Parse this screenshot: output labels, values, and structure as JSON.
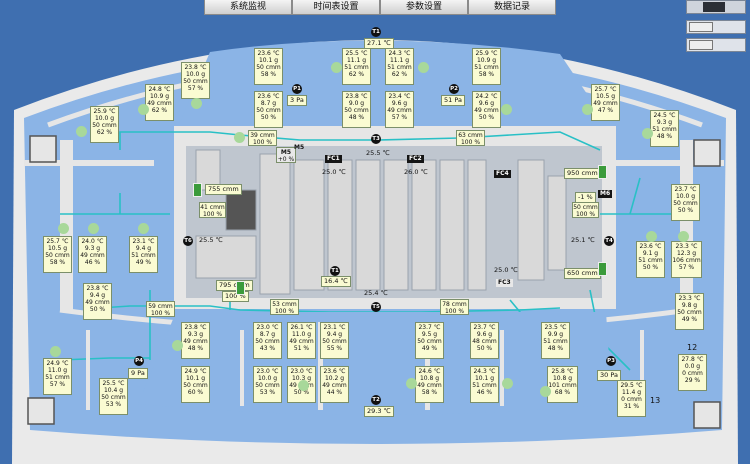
{
  "tabs": [
    {
      "label": "系统监视"
    },
    {
      "label": "时间表设置"
    },
    {
      "label": "参数设置"
    },
    {
      "label": "数据记录"
    }
  ],
  "zones": [
    {
      "id": "z01",
      "lines": [
        "25.9 ℃",
        "10.0 g",
        "50 cmm",
        "62 %"
      ]
    },
    {
      "id": "z02",
      "lines": [
        "24.8 ℃",
        "10.9 g",
        "49 cmm",
        "62 %"
      ]
    },
    {
      "id": "z03",
      "lines": [
        "23.8 ℃",
        "10.0 g",
        "50 cmm",
        "57 %"
      ]
    },
    {
      "id": "z04",
      "lines": [
        "23.6 ℃",
        "10.1 g",
        "50 cmm",
        "58 %"
      ]
    },
    {
      "id": "z05",
      "lines": [
        "23.6 ℃",
        "8.7 g",
        "50 cmm",
        "50 %"
      ]
    },
    {
      "id": "z06",
      "lines": [
        "25.5 ℃",
        "11.1 g",
        "51 cmm",
        "62 %"
      ]
    },
    {
      "id": "z07",
      "lines": [
        "23.8 ℃",
        "9.0 g",
        "50 cmm",
        "48 %"
      ]
    },
    {
      "id": "z08",
      "lines": [
        "24.3 ℃",
        "11.1 g",
        "51 cmm",
        "62 %"
      ]
    },
    {
      "id": "z09",
      "lines": [
        "23.4 ℃",
        "9.6 g",
        "49 cmm",
        "57 %"
      ]
    },
    {
      "id": "z10",
      "lines": [
        "25.9 ℃",
        "10.9 g",
        "51 cmm",
        "58 %"
      ]
    },
    {
      "id": "z11",
      "lines": [
        "24.2 ℃",
        "9.6 g",
        "49 cmm",
        "50 %"
      ]
    },
    {
      "id": "z12",
      "lines": [
        "25.7 ℃",
        "10.5 g",
        "49 cmm",
        "47 %"
      ]
    },
    {
      "id": "z13",
      "lines": [
        "24.5 ℃",
        "9.3 g",
        "51 cmm",
        "48 %"
      ]
    },
    {
      "id": "z14",
      "lines": [
        "25.7 ℃",
        "10.5 g",
        "50 cmm",
        "58 %"
      ]
    },
    {
      "id": "z15",
      "lines": [
        "24.0 ℃",
        "9.3 g",
        "49 cmm",
        "46 %"
      ]
    },
    {
      "id": "z16",
      "lines": [
        "23.1 ℃",
        "9.4 g",
        "51 cmm",
        "49 %"
      ]
    },
    {
      "id": "z17",
      "lines": [
        "23.7 ℃",
        "10.0 g",
        "50 cmm",
        "50 %"
      ]
    },
    {
      "id": "z18",
      "lines": [
        "23.6 ℃",
        "9.1 g",
        "51 cmm",
        "50 %"
      ]
    },
    {
      "id": "z19",
      "lines": [
        "23.3 ℃",
        "12.3 g",
        "106 cmm",
        "57 %"
      ]
    },
    {
      "id": "z20",
      "lines": [
        "23.8 ℃",
        "9.4 g",
        "49 cmm",
        "50 %"
      ]
    },
    {
      "id": "z21",
      "lines": [
        "23.3 ℃",
        "9.8 g",
        "50 cmm",
        "49 %"
      ]
    },
    {
      "id": "z22",
      "lines": [
        "23.8 ℃",
        "9.3 g",
        "49 cmm",
        "48 %"
      ]
    },
    {
      "id": "z23",
      "lines": [
        "23.0 ℃",
        "8.7 g",
        "50 cmm",
        "43 %"
      ]
    },
    {
      "id": "z24",
      "lines": [
        "26.1 ℃",
        "11.0 g",
        "49 cmm",
        "51 %"
      ]
    },
    {
      "id": "z25",
      "lines": [
        "23.1 ℃",
        "9.4 g",
        "50 cmm",
        "55 %"
      ]
    },
    {
      "id": "z26",
      "lines": [
        "23.7 ℃",
        "9.5 g",
        "50 cmm",
        "49 %"
      ]
    },
    {
      "id": "z27",
      "lines": [
        "23.7 ℃",
        "9.6 g",
        "48 cmm",
        "50 %"
      ]
    },
    {
      "id": "z28",
      "lines": [
        "23.5 ℃",
        "9.9 g",
        "51 cmm",
        "48 %"
      ]
    },
    {
      "id": "z29",
      "lines": [
        "24.9 ℃",
        "11.0 g",
        "51 cmm",
        "57 %"
      ]
    },
    {
      "id": "z30",
      "lines": [
        "25.5 ℃",
        "10.4 g",
        "50 cmm",
        "53 %"
      ]
    },
    {
      "id": "z31",
      "lines": [
        "24.9 ℃",
        "10.1 g",
        "50 cmm",
        "60 %"
      ]
    },
    {
      "id": "z32",
      "lines": [
        "23.0 ℃",
        "10.0 g",
        "50 cmm",
        "53 %"
      ]
    },
    {
      "id": "z33",
      "lines": [
        "23.0 ℃",
        "10.3 g",
        "49 cmm",
        "50 %"
      ]
    },
    {
      "id": "z34",
      "lines": [
        "23.6 ℃",
        "10.2 g",
        "49 cmm",
        "44 %"
      ]
    },
    {
      "id": "z35",
      "lines": [
        "24.6 ℃",
        "10.8 g",
        "49 cmm",
        "58 %"
      ]
    },
    {
      "id": "z36",
      "lines": [
        "24.3 ℃",
        "10.1 g",
        "51 cmm",
        "46 %"
      ]
    },
    {
      "id": "z37",
      "lines": [
        "25.8 ℃",
        "10.8 g",
        "101 cmm",
        "68 %"
      ]
    },
    {
      "id": "z38",
      "lines": [
        "27.8 ℃",
        "0.0 g",
        "0 cmm",
        "29 %"
      ]
    },
    {
      "id": "z39",
      "lines": [
        "29.5 ℃",
        "11.4 g",
        "0 cmm",
        "31 %"
      ]
    }
  ],
  "air_handlers": [
    {
      "flow": "39 cmm",
      "pct": "100 %"
    },
    {
      "flow": "63 cmm",
      "pct": "100 %"
    },
    {
      "flow": "59 cmm",
      "pct": "100 %"
    },
    {
      "flow": "53 cmm",
      "pct": "100 %"
    },
    {
      "flow": "78 cmm",
      "pct": "100 %"
    },
    {
      "flow": "41 cmm",
      "pct": "100 %"
    },
    {
      "flow": "755 cmm"
    },
    {
      "flow": "795 cmm"
    },
    {
      "flow": "100 %"
    },
    {
      "flow": "950 cmm"
    },
    {
      "flow": "650 cmm"
    },
    {
      "flow": "-1 %"
    },
    {
      "flow": "50 cmm",
      "pct": "100 %"
    },
    {
      "flow": "M5",
      "pct": "+0 %"
    }
  ],
  "temps": {
    "t1": "27.1 ℃",
    "t2": "29.3 ℃",
    "t3": "25.5 ℃",
    "t6": "25.5 ℃",
    "t5": "25.4 ℃",
    "t4": "25.1 ℃",
    "t1b": "16.4 ℃",
    "fc1": "25.0 ℃",
    "fc2": "26.0 ℃",
    "fc4": "25.0 ℃"
  },
  "labels": {
    "T1": "T1",
    "T2": "T2",
    "T3": "T3",
    "T4": "T4",
    "T5": "T5",
    "T6": "T6",
    "T1b": "T1",
    "FC1": "FC1",
    "FC2": "FC2",
    "FC3": "FC3",
    "FC4": "FC4",
    "P1": "P1",
    "P2": "P2",
    "P3": "P3",
    "P4": "P4",
    "M5": "M5",
    "M6": "M6",
    "n12": "12",
    "n13": "13"
  },
  "pressures": {
    "p1": "3 Pa",
    "p2": "51 Pa",
    "p3": "30 Pa",
    "p4": "9 Pa"
  },
  "colors": {
    "bg": "#3f6fb0",
    "floor": "#8bb4e6",
    "wall": "#d8d8d8",
    "core": "#c8c8c8",
    "pipe": "#29c0c6"
  }
}
